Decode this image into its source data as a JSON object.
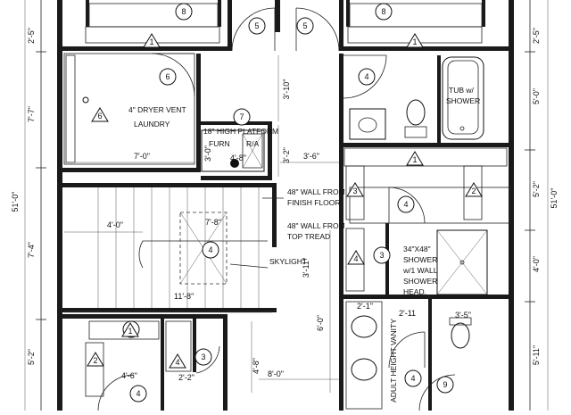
{
  "dimensions": {
    "left": [
      "2'-5\"",
      "7'-7\"",
      "51'-0\"",
      "7'-4\"",
      "5'-2\""
    ],
    "right": [
      "2'-5\"",
      "5'-0\"",
      "5'-2\"",
      "51'-0\"",
      "4'-0\"",
      "5'-11\""
    ],
    "interior": {
      "d1": "3'-10\"",
      "d2": "7'-0\"",
      "d3": "3'-6\"",
      "d4": "3'-2\"",
      "d5": "3'-0\"",
      "d6": "4'-8\"",
      "d7": "4'-0\"",
      "d8": "7'-8\"",
      "d9": "3'-11\"",
      "d10": "11'-8\"",
      "d11": "6'-0\"",
      "d12": "2'-1\"",
      "d13": "2'-11",
      "d14": "3'-5\"",
      "d15": "4'-6\"",
      "d16": "2'-2\"",
      "d17": "4'-8\"",
      "d18": "8'-0\""
    }
  },
  "notes": {
    "dryer_vent": "4\" DRYER VENT",
    "laundry": "LAUNDRY",
    "platform": "18\" HIGH PLATFORM",
    "furn": "FURN",
    "ra": "R/A",
    "wall_finish_1": "48\" WALL FROM",
    "wall_finish_2": "FINISH FLOOR",
    "wall_tread_1": "48\" WALL FROM",
    "wall_tread_2": "TOP TREAD",
    "skylight": "SKYLIGHT",
    "tub_1": "TUB w/",
    "tub_2": "SHOWER",
    "shower_1": "34\"X48\"",
    "shower_2": "SHOWER",
    "shower_3": "w/1 WALL",
    "shower_4": "SHOWER",
    "shower_5": "HEAD.",
    "vanity": "ADULT HEIGHT VANITY"
  },
  "tags": {
    "circles": [
      "8",
      "8",
      "5",
      "5",
      "6",
      "4",
      "7",
      "4",
      "3",
      "4",
      "2",
      "3",
      "4",
      "4",
      "9"
    ],
    "triangles": [
      "1",
      "1",
      "6",
      "1",
      "3",
      "2",
      "4",
      "2",
      "1",
      "4"
    ]
  }
}
